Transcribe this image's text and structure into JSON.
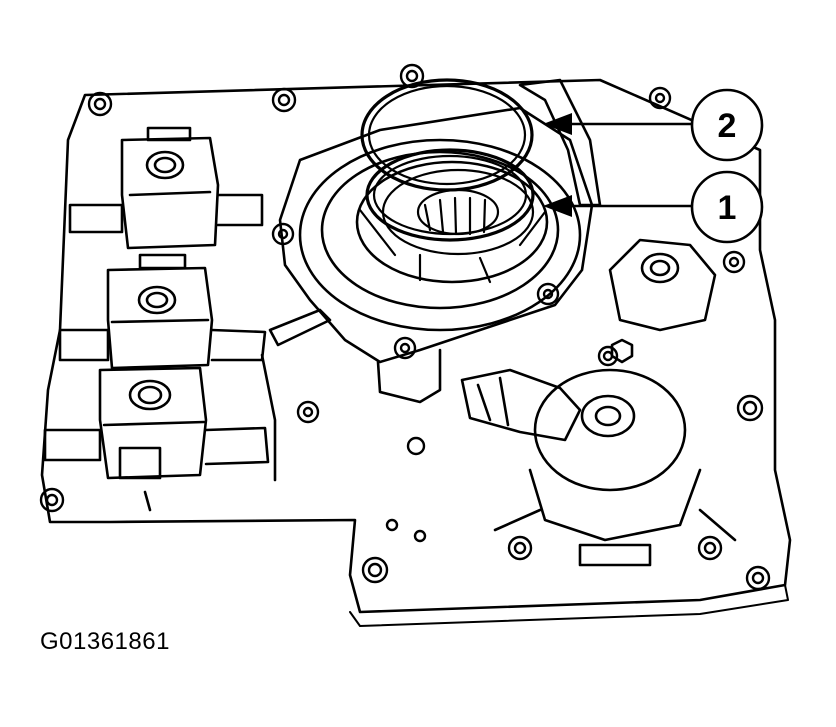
{
  "figure_id": "G01361861",
  "callouts": [
    {
      "label": "2"
    },
    {
      "label": "1"
    }
  ],
  "colors": {
    "ink": "#000000",
    "paper": "#ffffff"
  }
}
